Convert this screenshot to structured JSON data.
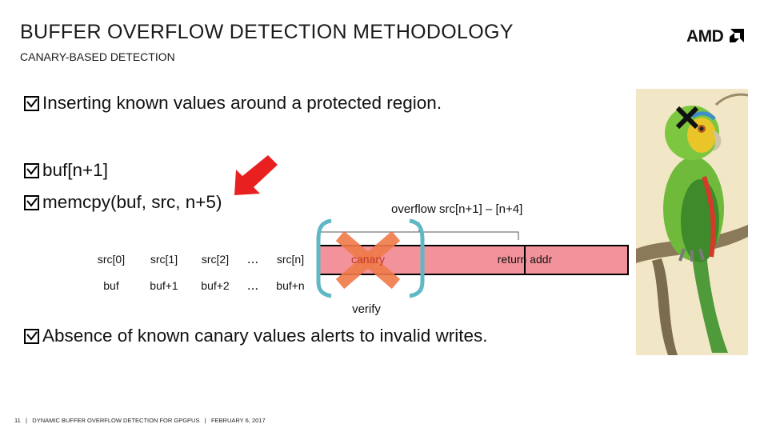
{
  "header": {
    "title": "BUFFER OVERFLOW DETECTION METHODOLOGY",
    "subtitle": "CANARY-BASED DETECTION",
    "logo_text": "AMD"
  },
  "bullets": {
    "b1": "Inserting known values around a protected region.",
    "b2": "buf[n+1]",
    "b3": "memcpy(buf, src, n+5)",
    "b4": "Absence of known canary values alerts to invalid writes."
  },
  "diagram": {
    "overflow_label": "overflow src[n+1] – [n+4]",
    "src_cells": [
      "src[0]",
      "src[1]",
      "src[2]",
      "...",
      "src[n]"
    ],
    "addr_cells": [
      "buf",
      "buf+1",
      "buf+2",
      "...",
      "buf+n"
    ],
    "canary_label": "canary",
    "return_label": "return addr",
    "verify_label": "verify",
    "colors": {
      "overflow_fill": "#f2929a",
      "cross": "#f07a4a",
      "bracket": "#5fb8c4",
      "arrow": "#e8201f"
    }
  },
  "illustration": {
    "icon": "parrot-illustration",
    "mark": "x-mark-icon"
  },
  "footer": {
    "page_number": "11",
    "text": "DYNAMIC BUFFER OVERFLOW DETECTION FOR GPGPUS",
    "date": "FEBRUARY 6, 2017"
  }
}
